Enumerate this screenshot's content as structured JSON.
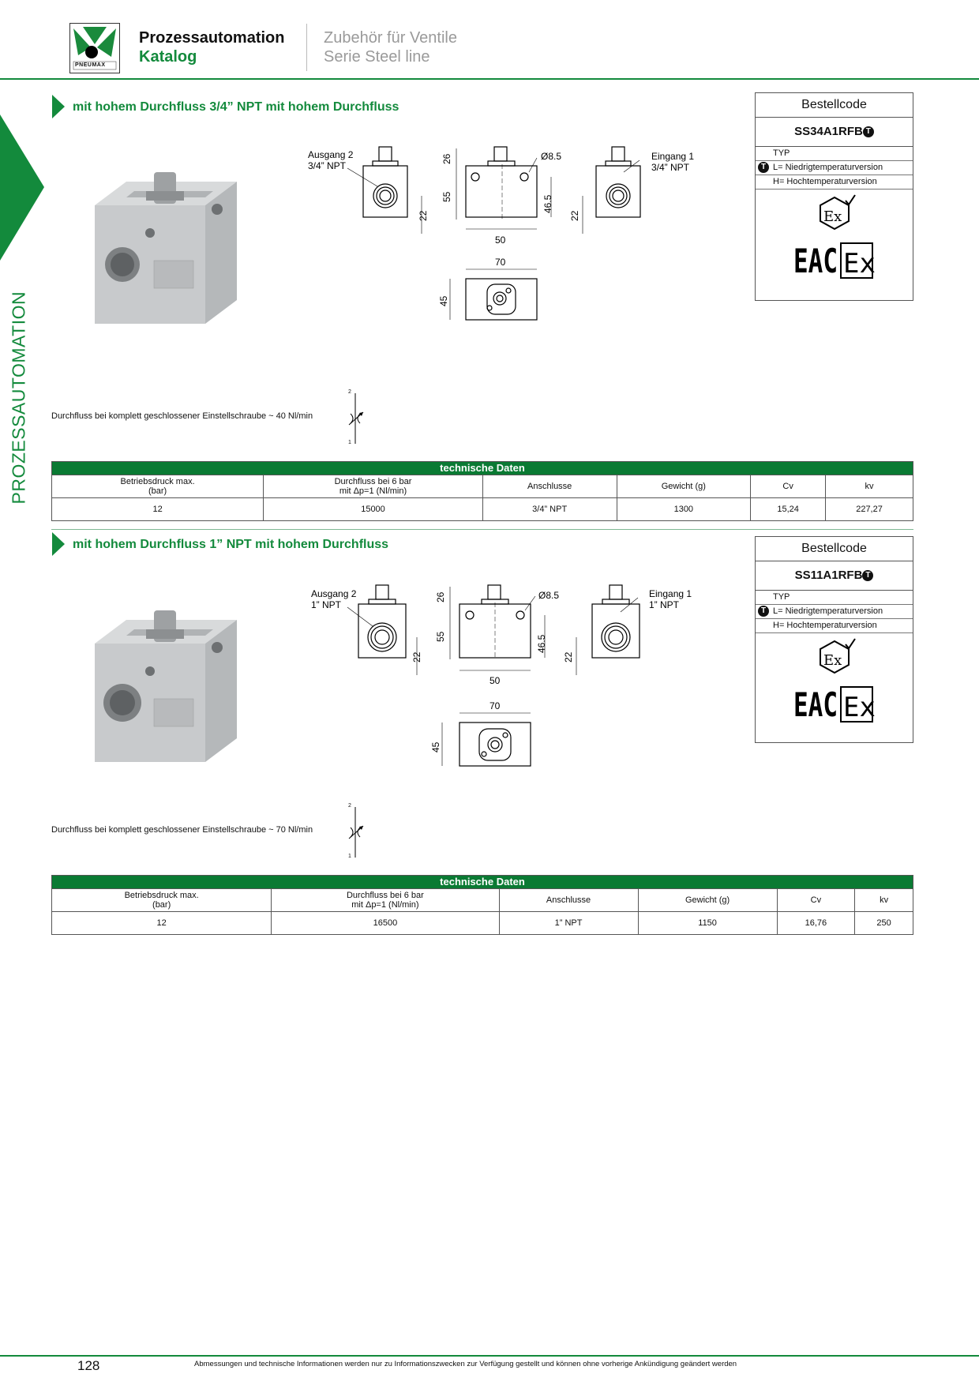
{
  "header": {
    "logo_text": "PNEUMAX",
    "title_line1": "Prozessautomation",
    "title_line2": "Katalog",
    "subtitle_line1": "Zubehör für Ventile",
    "subtitle_line2": "Serie Steel line"
  },
  "side_tab": {
    "label": "PROZESSAUTOMATION"
  },
  "sections": [
    {
      "title": "mit hohem Durchfluss 3/4” NPT mit hohem Durchfluss",
      "drawing": {
        "ausgang_label": "Ausgang 2",
        "ausgang_size": "3/4” NPT",
        "eingang_label": "Eingang 1",
        "eingang_size": "3/4” NPT",
        "dim_26": "26",
        "dim_55": "55",
        "dim_22a": "22",
        "dim_diam": "Ø8.5",
        "dim_46_5": "46.5",
        "dim_22b": "22",
        "dim_50": "50",
        "dim_70": "70",
        "dim_45": "45"
      },
      "flow_note": "Durchfluss bei komplett geschlossener Einstellschraube ~ 40 Nl/min",
      "symbol_port_top": "2",
      "symbol_port_bottom": "1",
      "order": {
        "title": "Bestellcode",
        "code": "SS34A1RFB",
        "badge": "T",
        "typ_label": "TYP",
        "option_l": "L= Niedrigtemperaturversion",
        "option_h": "H= Hochtemperaturversion",
        "cert_ex": "Ex",
        "cert_eac": "EAC",
        "cert_ex2": "Ex"
      },
      "tech": {
        "header": "technische Daten",
        "columns": [
          "Betriebsdruck max.\n(bar)",
          "Durchfluss bei 6 bar\nmit Δp=1 (Nl/min)",
          "Anschlusse",
          "Gewicht (g)",
          "Cv",
          "kv"
        ],
        "values": [
          "12",
          "15000",
          "3/4” NPT",
          "1300",
          "15,24",
          "227,27"
        ]
      }
    },
    {
      "title": "mit hohem Durchfluss 1” NPT mit hohem Durchfluss",
      "drawing": {
        "ausgang_label": "Ausgang 2",
        "ausgang_size": "1” NPT",
        "eingang_label": "Eingang 1",
        "eingang_size": "1” NPT",
        "dim_26": "26",
        "dim_55": "55",
        "dim_22a": "22",
        "dim_diam": "Ø8.5",
        "dim_46_5": "46.5",
        "dim_22b": "22",
        "dim_50": "50",
        "dim_70": "70",
        "dim_45": "45"
      },
      "flow_note": "Durchfluss bei komplett geschlossener Einstellschraube ~ 70 Nl/min",
      "symbol_port_top": "2",
      "symbol_port_bottom": "1",
      "order": {
        "title": "Bestellcode",
        "code": "SS11A1RFB",
        "badge": "T",
        "typ_label": "TYP",
        "option_l": "L= Niedrigtemperaturversion",
        "option_h": "H= Hochtemperaturversion",
        "cert_ex": "Ex",
        "cert_eac": "EAC",
        "cert_ex2": "Ex"
      },
      "tech": {
        "header": "technische Daten",
        "columns": [
          "Betriebsdruck max.\n(bar)",
          "Durchfluss bei 6 bar\nmit Δp=1 (Nl/min)",
          "Anschlusse",
          "Gewicht (g)",
          "Cv",
          "kv"
        ],
        "values": [
          "12",
          "16500",
          "1” NPT",
          "1150",
          "16,76",
          "250"
        ]
      }
    }
  ],
  "footer": {
    "page_number": "128",
    "disclaimer": "Abmessungen und technische Informationen werden nur zu Informationszwecken zur Verfügung gestellt und können ohne vorherige Ankündigung geändert werden"
  },
  "colors": {
    "brand_green": "#138a3c",
    "table_header_green": "#0a7a33"
  }
}
